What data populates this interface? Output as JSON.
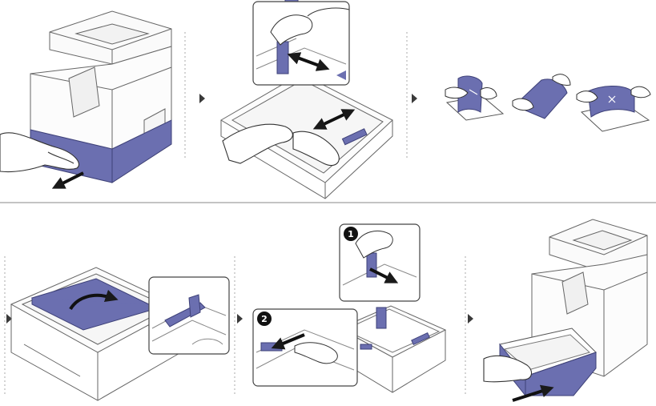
{
  "colors": {
    "accent": "#6B6FB0",
    "accent_dark": "#3E4178",
    "outline": "#555555",
    "light_outline": "#9a9a9a",
    "divider": "#888888",
    "step_arrow": "#3a3a3a",
    "badge_fill": "#111111",
    "background": "#ffffff"
  },
  "steps": [
    {
      "id": 1,
      "row": 1,
      "content": "pull-out-paper-tray"
    },
    {
      "id": 2,
      "row": 1,
      "content": "slide-paper-guides-outward"
    },
    {
      "id": 3,
      "row": 1,
      "content": "flex-and-fan-paper-stack"
    },
    {
      "id": 4,
      "row": 2,
      "content": "load-paper-into-tray"
    },
    {
      "id": 5,
      "row": 2,
      "content": "adjust-guides-to-paper"
    },
    {
      "id": 6,
      "row": 2,
      "content": "insert-tray-into-printer"
    }
  ],
  "callouts": {
    "step5_badge_1": "1",
    "step5_badge_2": "2"
  },
  "icons": {
    "step_arrow": "triangle-right-icon",
    "motion_arrow": "double-arrow-icon"
  }
}
